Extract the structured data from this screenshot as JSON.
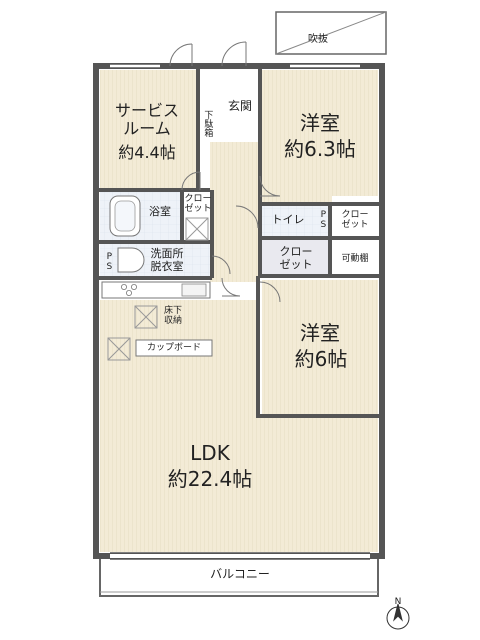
{
  "rooms": {
    "service_room": {
      "name": "サービス\nルーム",
      "size": "約4.4帖"
    },
    "western_room_1": {
      "name": "洋室",
      "size": "約6.3帖"
    },
    "western_room_2": {
      "name": "洋室",
      "size": "約6帖"
    },
    "ldk": {
      "name": "LDK",
      "size": "約22.4帖"
    }
  },
  "labels": {
    "fukinuke": "吹抜",
    "genkan": "玄関",
    "getabako": "下駄箱",
    "yokushitsu": "浴室",
    "closet_1": "クロー\nゼット",
    "closet_2": "クロー\nゼット",
    "closet_3": "クロー\nゼット",
    "senmenjo": "洗面所\n脱衣室",
    "toilet": "トイレ",
    "kadodana": "可動棚",
    "yukashita": "床下\n収納",
    "cupboard": "カップボード",
    "balcony": "バルコニー",
    "ps_1": "PS",
    "ps_2": "PS",
    "north": "N"
  },
  "colors": {
    "floor_wood": "#f3ebd6",
    "floor_wet": "#eef2f8",
    "wall": "#555555",
    "outline": "#7a7a7a"
  }
}
